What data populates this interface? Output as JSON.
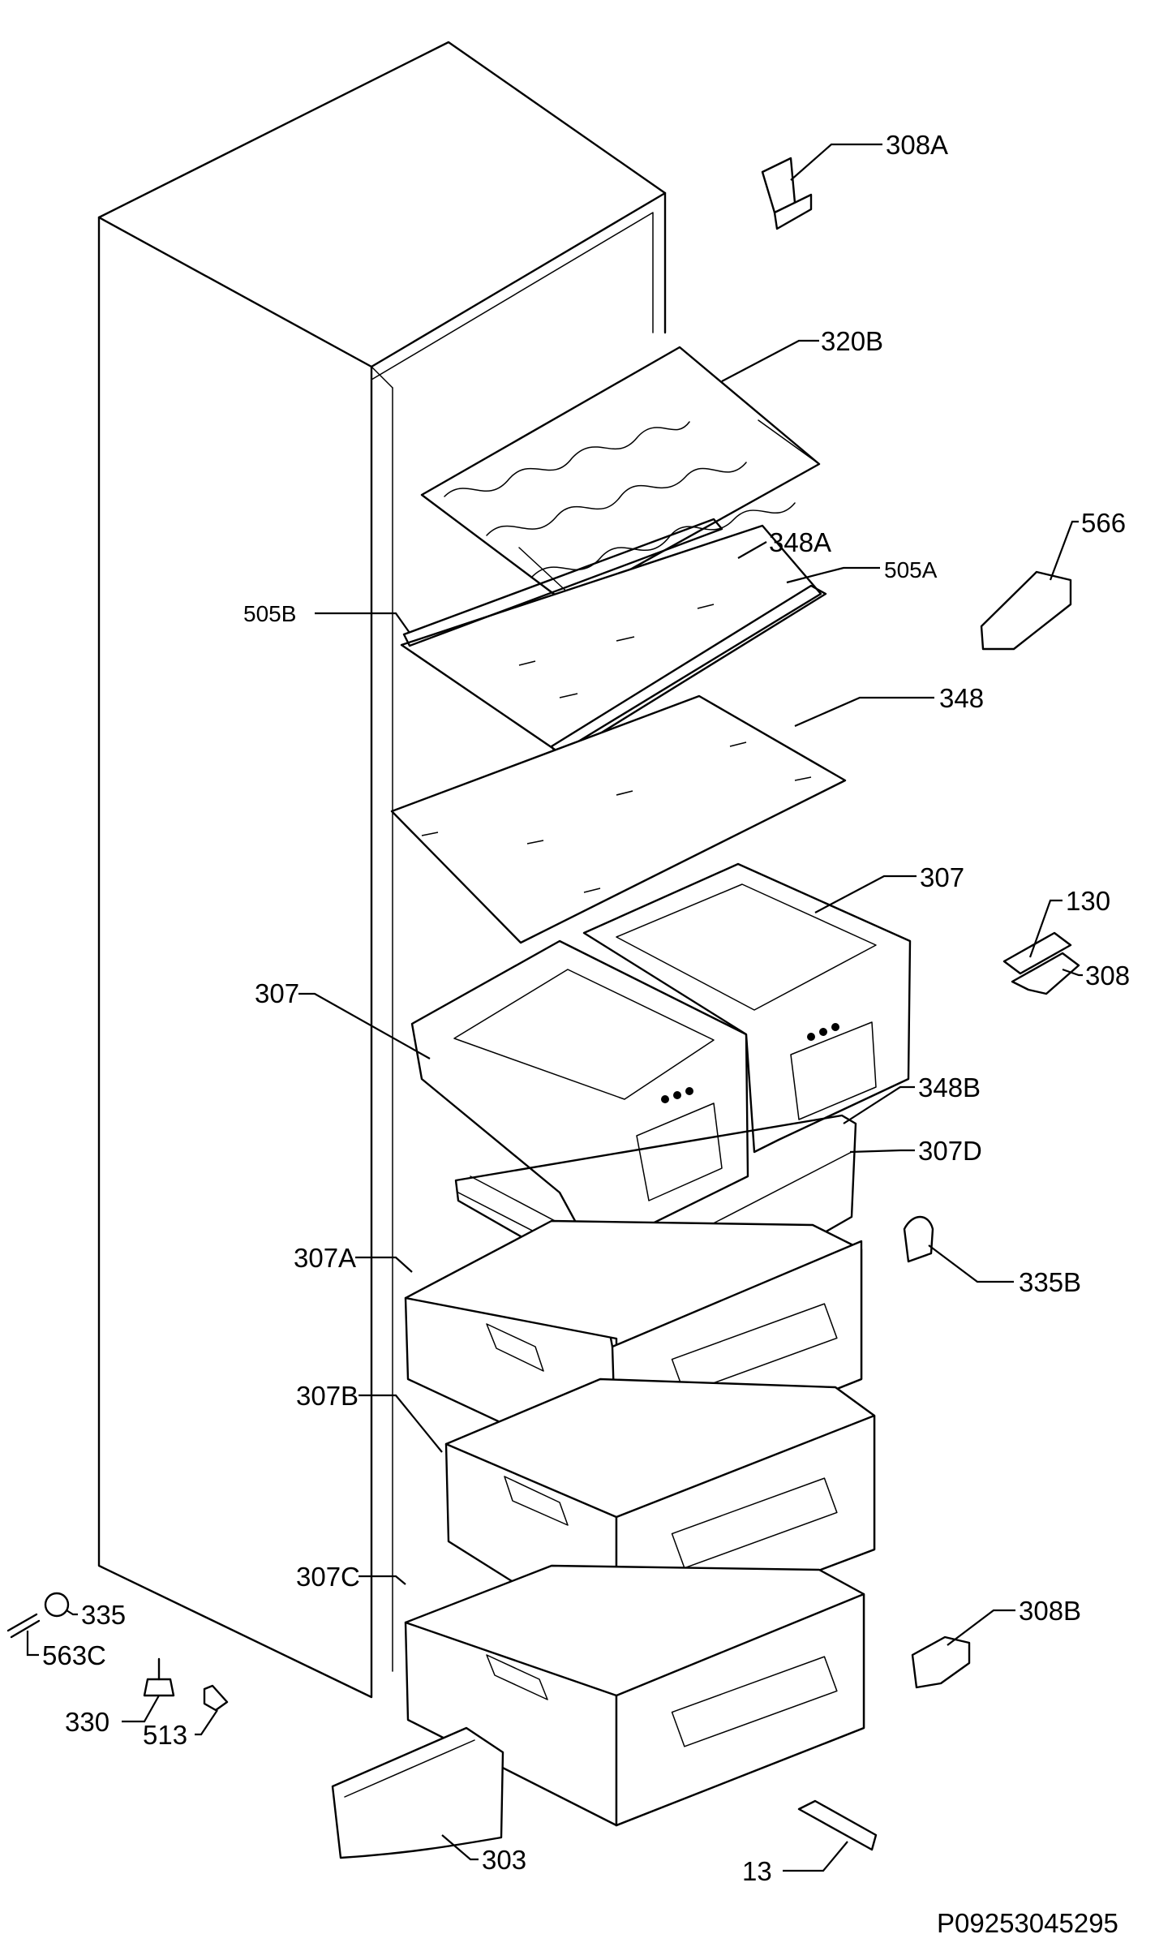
{
  "diagram": {
    "reference": "P09253045295",
    "callouts": {
      "c308A": "308A",
      "c320B": "320B",
      "c566": "566",
      "c348A": "348A",
      "c505A": "505A",
      "c505B": "505B",
      "c348": "348",
      "c307_right": "307",
      "c130": "130",
      "c308": "308",
      "c307_left": "307",
      "c348B": "348B",
      "c307D": "307D",
      "c307A": "307A",
      "c335B": "335B",
      "c307B": "307B",
      "c307C": "307C",
      "c308B": "308B",
      "c335": "335",
      "c563C": "563C",
      "c330": "330",
      "c513": "513",
      "c303": "303",
      "c13": "13"
    }
  }
}
